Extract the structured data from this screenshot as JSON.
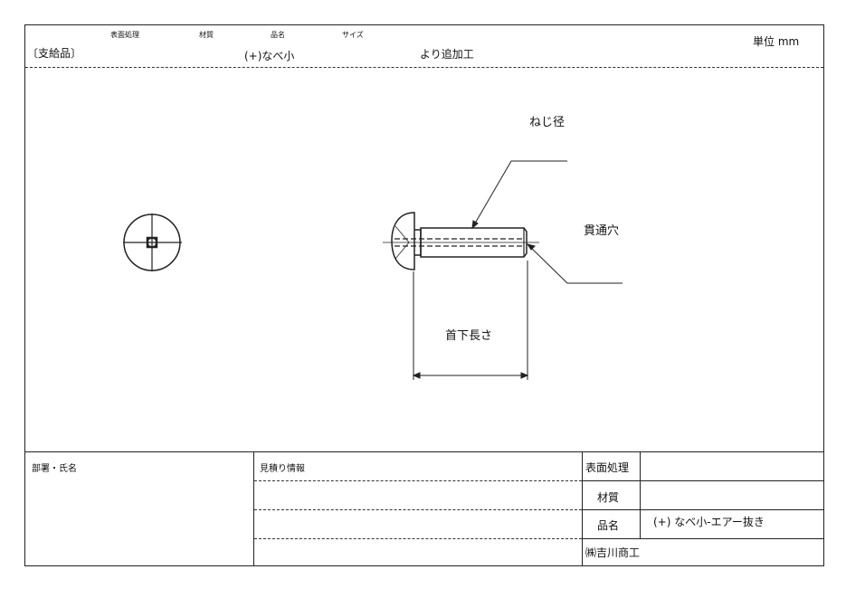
{
  "header": {
    "labels": [
      "表面処理",
      "材質",
      "品名",
      "サイズ"
    ],
    "supplied": "〔支給品〕",
    "product": "(+)なべ小",
    "suffix": "より追加工",
    "unit": "単位 mm"
  },
  "drawing": {
    "thread_dia": "ねじ径",
    "through_hole": "貫通穴",
    "length": "首下長さ"
  },
  "footer": {
    "dept": "部署・氏名",
    "estimate": "見積り情報",
    "surface_label": "表面処理",
    "surface_value": "",
    "material_label": "材質",
    "material_value": "",
    "name_label": "品名",
    "name_value": "(+) なべ小-エアー抜き",
    "company": "㈱吉川商工"
  }
}
